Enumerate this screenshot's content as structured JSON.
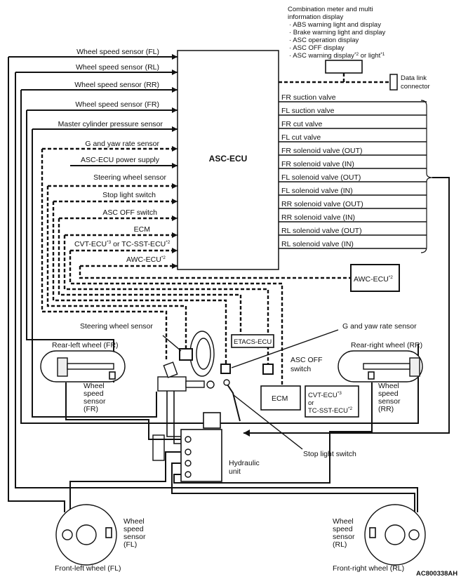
{
  "ecu": {
    "title": "ASC-ECU"
  },
  "inputs": [
    {
      "label": "Wheel speed sensor (FL)"
    },
    {
      "label": "Wheel speed sensor (RL)"
    },
    {
      "label": "Wheel speed sensor (RR)"
    },
    {
      "label": "Wheel speed sensor (FR)"
    },
    {
      "label": "Master cylinder pressure sensor"
    },
    {
      "label": "G and yaw rate sensor"
    },
    {
      "label": "ASC-ECU power supply"
    },
    {
      "label": "Steering wheel sensor"
    },
    {
      "label": "Stop light switch"
    },
    {
      "label": "ASC OFF switch"
    },
    {
      "label": "ECM"
    },
    {
      "label": "CVT-ECU",
      "sup": "*3",
      "tail": " or TC-SST-ECU",
      "tail_sup": "*2"
    },
    {
      "label": "AWC-ECU",
      "sup": "*2"
    }
  ],
  "outputs": [
    {
      "label": "FR suction valve"
    },
    {
      "label": "FL suction valve"
    },
    {
      "label": "FR cut valve"
    },
    {
      "label": "FL cut valve"
    },
    {
      "label": "FR solenoid valve (OUT)"
    },
    {
      "label": "FR solenoid valve (IN)"
    },
    {
      "label": "FL solenoid valve (OUT)"
    },
    {
      "label": "FL solenoid valve (IN)"
    },
    {
      "label": "RR solenoid valve (OUT)"
    },
    {
      "label": "RR solenoid valve (IN)"
    },
    {
      "label": "RL solenoid valve (OUT)"
    },
    {
      "label": "RL solenoid valve (IN)"
    }
  ],
  "combination_meter": {
    "title_lines": [
      "Combination meter and multi",
      "information display"
    ],
    "items": [
      {
        "text": "· ABS warning light and display"
      },
      {
        "text": "· Brake warning light and display"
      },
      {
        "text": "· ASC operation display"
      },
      {
        "text": "· ASC OFF display"
      },
      {
        "text": "· ASC warning display",
        "sup": "*2",
        "tail": " or light",
        "tail_sup": "*1"
      }
    ]
  },
  "data_link": {
    "lines": [
      "Data link",
      "connector"
    ]
  },
  "awc_box": {
    "label": "AWC-ECU",
    "sup": "*2"
  },
  "components": {
    "steering_wheel_sensor": "Steering wheel sensor",
    "g_yaw_sensor": "G and yaw rate sensor",
    "etacs": "ETACS-ECU",
    "asc_off_switch": [
      "ASC OFF",
      "switch"
    ],
    "ecm": "ECM",
    "cvt_box": {
      "line1": "CVT-ECU",
      "line1_sup": "*3",
      "line2": "or",
      "line3": "TC-SST-ECU",
      "line3_sup": "*2"
    },
    "stop_light_switch": "Stop light switch",
    "hydraulic_unit": [
      "Hydraulic",
      "unit"
    ]
  },
  "wheels": {
    "rear_left": {
      "title": "Rear-left wheel (FR)",
      "sensor": [
        "Wheel",
        "speed",
        "sensor",
        "(FR)"
      ]
    },
    "rear_right": {
      "title": "Rear-right wheel (RR)",
      "sensor": [
        "Wheel",
        "speed",
        "sensor",
        "(RR)"
      ]
    },
    "front_left": {
      "title": "Front-left wheel (FL)",
      "sensor": [
        "Wheel",
        "speed",
        "sensor",
        "(FL)"
      ]
    },
    "front_right": {
      "title": "Front-right wheel (RL)",
      "sensor": [
        "Wheel",
        "speed",
        "sensor",
        "(RL)"
      ]
    }
  },
  "figure_code": "AC800338AH"
}
